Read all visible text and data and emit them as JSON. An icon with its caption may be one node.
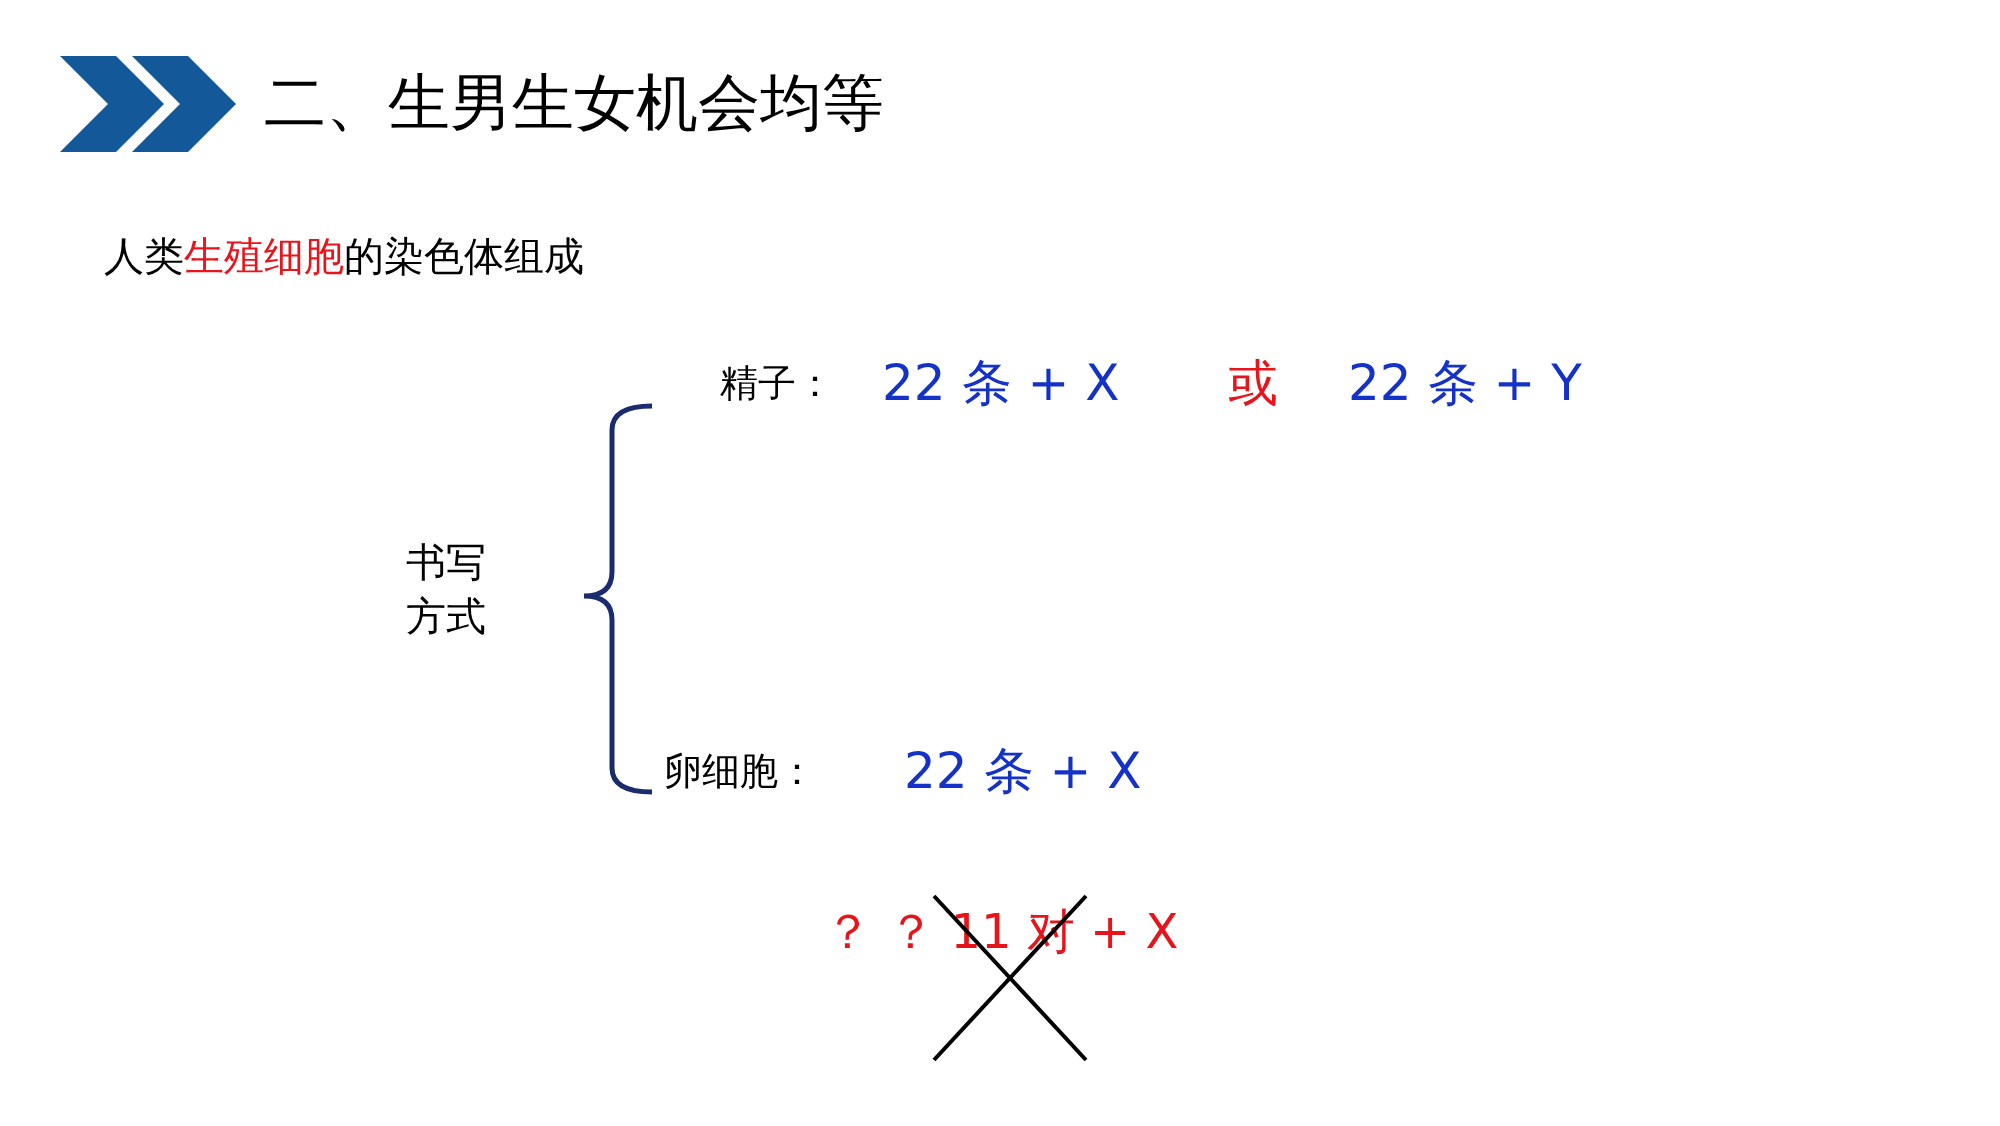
{
  "diagram": {
    "title": "二、生男生女机会均等",
    "labels": [
      "人类**生殖细胞**的染色体组成",
      "精子：",
      "22 条 + X",
      "或",
      "22 条 + Y",
      "书写方式",
      "卵细胞：",
      "22 条 + X",
      "？ ？ 11 对 + X"
    ]
  }
}
